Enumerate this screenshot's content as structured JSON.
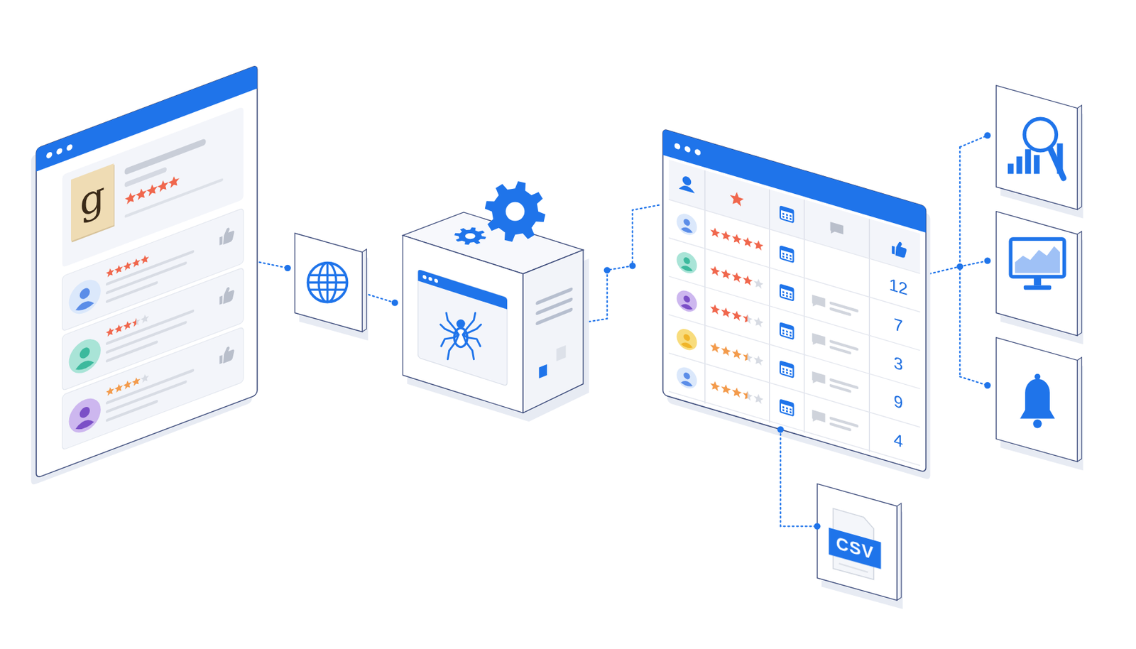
{
  "diagram": {
    "nodes": [
      {
        "text": [
          "g"
        ]
      },
      {
        "text": [
          "12",
          "7",
          "3",
          "9",
          "4"
        ]
      },
      {
        "text": [
          "CSV"
        ]
      }
    ],
    "edges": [
      {
        "from": 1,
        "to": 2,
        "arrow": "none"
      }
    ]
  }
}
